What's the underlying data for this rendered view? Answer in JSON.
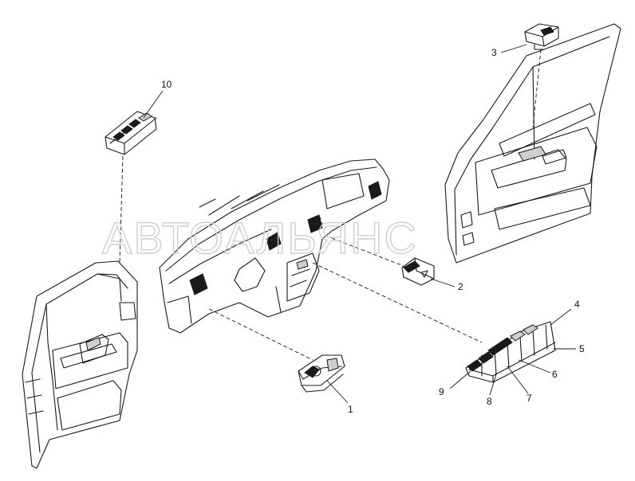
{
  "watermark": "АВТОАЛЬЯНС",
  "callouts": {
    "c1": "1",
    "c2": "2",
    "c3": "3",
    "c4": "4",
    "c5": "5",
    "c6": "6",
    "c7": "7",
    "c8": "8",
    "c9": "9",
    "c10": "10"
  }
}
